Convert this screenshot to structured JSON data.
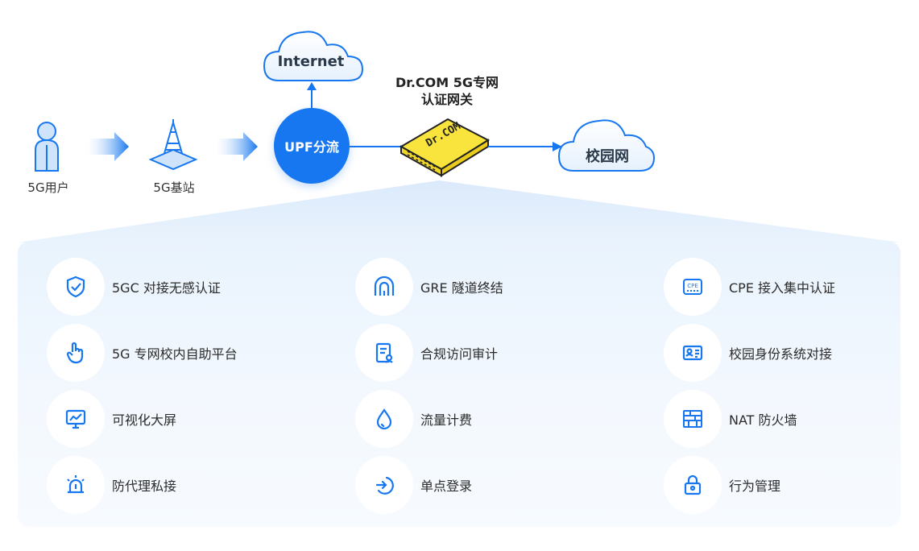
{
  "top": {
    "internet_label": "Internet",
    "upf_label": "UPF分流",
    "gateway_title_line1": "Dr.COM 5G专网",
    "gateway_title_line2": "认证网关",
    "device_text": "Dr.COM",
    "campus_label": "校园网",
    "user_label": "5G用户",
    "station_label": "5G基站"
  },
  "colors": {
    "primary": "#1677f0",
    "device_yellow": "#f8e43c",
    "panel_bg": "#eaf4fd"
  },
  "features": [
    {
      "icon": "shield-check-icon",
      "label": "5GC 对接无感认证"
    },
    {
      "icon": "tunnel-icon",
      "label": "GRE 隧道终结"
    },
    {
      "icon": "cpe-device-icon",
      "label": "CPE 接入集中认证"
    },
    {
      "icon": "hand-pointer-icon",
      "label": "5G 专网校内自助平台"
    },
    {
      "icon": "audit-document-icon",
      "label": "合规访问审计"
    },
    {
      "icon": "id-card-icon",
      "label": "校园身份系统对接"
    },
    {
      "icon": "monitor-chart-icon",
      "label": "可视化大屏"
    },
    {
      "icon": "water-drop-icon",
      "label": "流量计费"
    },
    {
      "icon": "firewall-icon",
      "label": "NAT 防火墙"
    },
    {
      "icon": "alarm-light-icon",
      "label": "防代理私接"
    },
    {
      "icon": "login-icon",
      "label": "单点登录"
    },
    {
      "icon": "lock-icon",
      "label": "行为管理"
    }
  ]
}
